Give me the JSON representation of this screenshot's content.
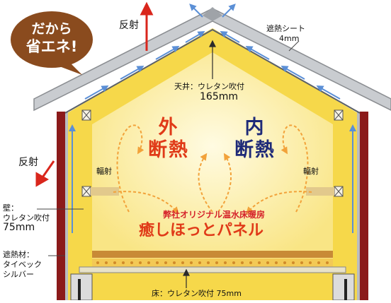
{
  "badge": {
    "line1": "だから",
    "line2": "省エネ!"
  },
  "labels": {
    "reflect_top": "反射",
    "reflect_left": "反射",
    "sheet_name": "遮熱シート",
    "sheet_thickness": "4mm",
    "ceiling": "天井：ウレタン吹付",
    "ceiling_thickness": "165mm",
    "radiant_left": "輻射",
    "radiant_right": "輻射",
    "wall_1": "壁：",
    "wall_2": "ウレタン吹付",
    "wall_thickness": "75mm",
    "barrier_1": "遮熱材：",
    "barrier_2": "タイベック",
    "barrier_3": "シルバー",
    "floor": "床：ウレタン吹付 75mm"
  },
  "center": {
    "outer_1": "外",
    "outer_2": "断熱",
    "inner_1": "内",
    "inner_2": "断熱",
    "panel_caption": "弊社オリジナル温水床暖房",
    "panel_name": "癒しほっとパネル"
  },
  "colors": {
    "insulation": "#f6d84a",
    "interior": "#fdf4b8",
    "roof": "#c9ccd0",
    "wall_red": "#8b1a1a",
    "air_arrow": "#5b8fd6",
    "reflect_arrow": "#d9261c",
    "badge": "#8a4b1e",
    "outer_text": "#e03a18",
    "inner_text": "#1e2a78"
  }
}
